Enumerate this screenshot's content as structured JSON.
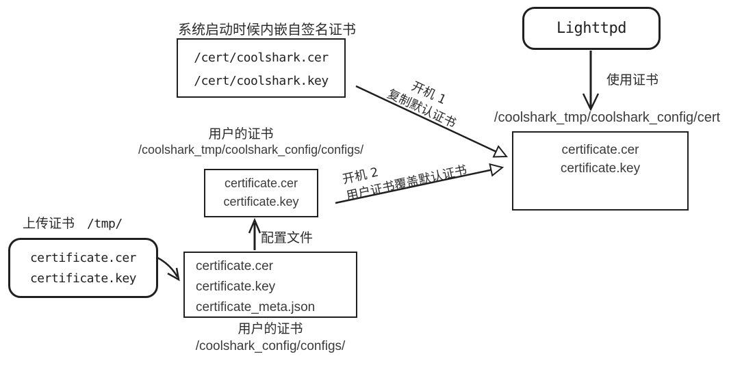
{
  "colors": {
    "ink": "#1f1f1f",
    "text_sans": "#3a3a3a",
    "background": "#ffffff"
  },
  "nodes": {
    "builtin": {
      "title": "系统启动时候内嵌自签名证书",
      "lines": [
        "/cert/coolshark.cer",
        "/cert/coolshark.key"
      ]
    },
    "lighttpd": {
      "label": "Lighttpd"
    },
    "runtime": {
      "path": "/coolshark_tmp/coolshark_config/cert",
      "lines": [
        "certificate.cer",
        "certificate.key"
      ]
    },
    "user_mid": {
      "title": "用户的证书",
      "path": "/coolshark_tmp/coolshark_config/configs/",
      "lines": [
        "certificate.cer",
        "certificate.key"
      ]
    },
    "upload": {
      "title": "上传证书",
      "path": "/tmp/",
      "lines": [
        "certificate.cer",
        "certificate.key"
      ]
    },
    "user_configs": {
      "lines": [
        "certificate.cer",
        "certificate.key",
        "certificate_meta.json"
      ],
      "title": "用户的证书",
      "path": "/coolshark_config/configs/"
    }
  },
  "arrows": {
    "use_cert": {
      "label": "使用证书"
    },
    "boot1": {
      "label_line1": "开机 1",
      "label_line2": "复制默认证书"
    },
    "boot2": {
      "label_line1": "开机 2",
      "label_line2": "用户证书覆盖默认证书"
    },
    "config_file": {
      "label": "配置文件"
    }
  }
}
